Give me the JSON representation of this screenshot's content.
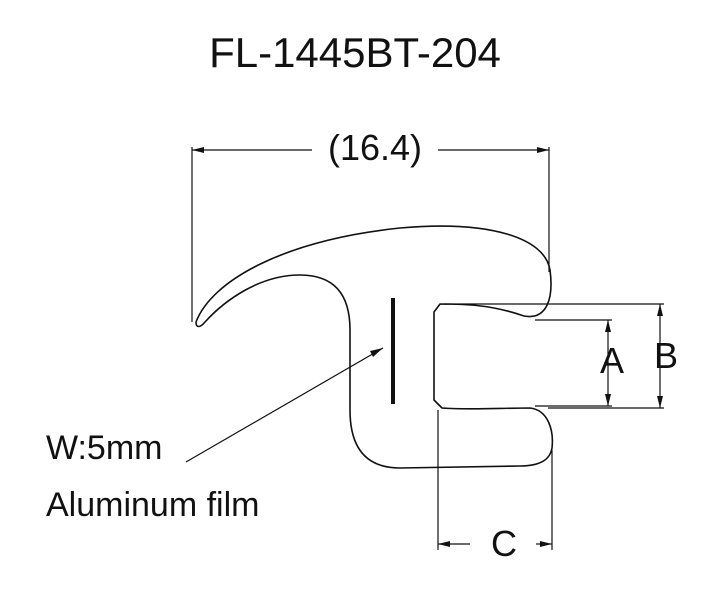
{
  "drawing": {
    "part_number": "FL-1445BT-204",
    "dimensions": {
      "overall_width": "(16.4)",
      "a": "A",
      "b": "B",
      "c": "C"
    },
    "note": {
      "width": "W:5mm",
      "material": "Aluminum film"
    }
  }
}
